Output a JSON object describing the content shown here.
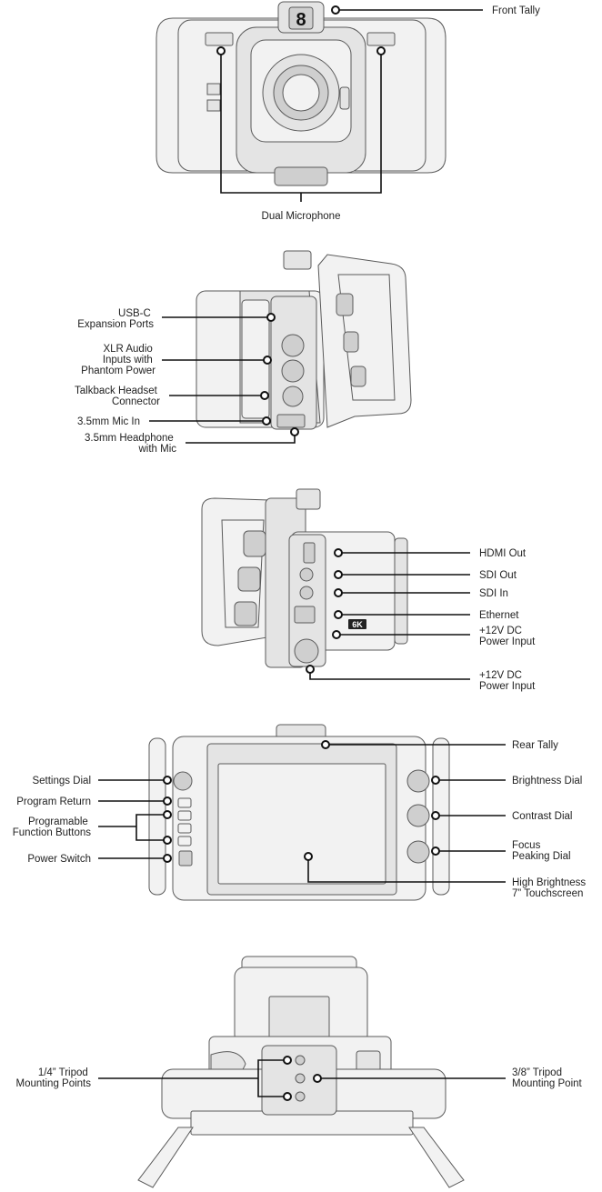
{
  "views": {
    "front": {
      "tally_number": "8",
      "labels": {
        "front_tally": "Front Tally",
        "dual_microphone": "Dual Microphone"
      }
    },
    "left_side": {
      "labels": {
        "usb_c": [
          "USB-C",
          "Expansion Ports"
        ],
        "xlr": [
          "XLR Audio",
          "Inputs with",
          "Phantom Power"
        ],
        "talkback": [
          "Talkback Headset",
          "Connector"
        ],
        "mic_in": [
          "3.5mm Mic In"
        ],
        "headphone": [
          "3.5mm Headphone",
          "with Mic"
        ]
      }
    },
    "right_side": {
      "badge": "6K",
      "labels": {
        "hdmi_out": [
          "HDMI Out"
        ],
        "sdi_out": [
          "SDI Out"
        ],
        "sdi_in": [
          "SDI In"
        ],
        "ethernet": [
          "Ethernet"
        ],
        "power_input_a": [
          "+12V DC",
          "Power Input"
        ],
        "power_input_b": [
          "+12V DC",
          "Power Input"
        ]
      }
    },
    "rear": {
      "labels": {
        "rear_tally": [
          "Rear Tally"
        ],
        "settings_dial": [
          "Settings Dial"
        ],
        "program_return": [
          "Program Return"
        ],
        "function_buttons": [
          "Programable",
          "Function Buttons"
        ],
        "power_switch": [
          "Power Switch"
        ],
        "brightness_dial": [
          "Brightness Dial"
        ],
        "contrast_dial": [
          "Contrast Dial"
        ],
        "focus_peaking_dial": [
          "Focus",
          "Peaking Dial"
        ],
        "touchscreen": [
          "High Brightness",
          "7” Touchscreen"
        ]
      }
    },
    "bottom": {
      "labels": {
        "quarter_inch": [
          "1/4” Tripod",
          "Mounting Points"
        ],
        "three_eighths": [
          "3/8” Tripod",
          "Mounting Point"
        ]
      }
    }
  }
}
